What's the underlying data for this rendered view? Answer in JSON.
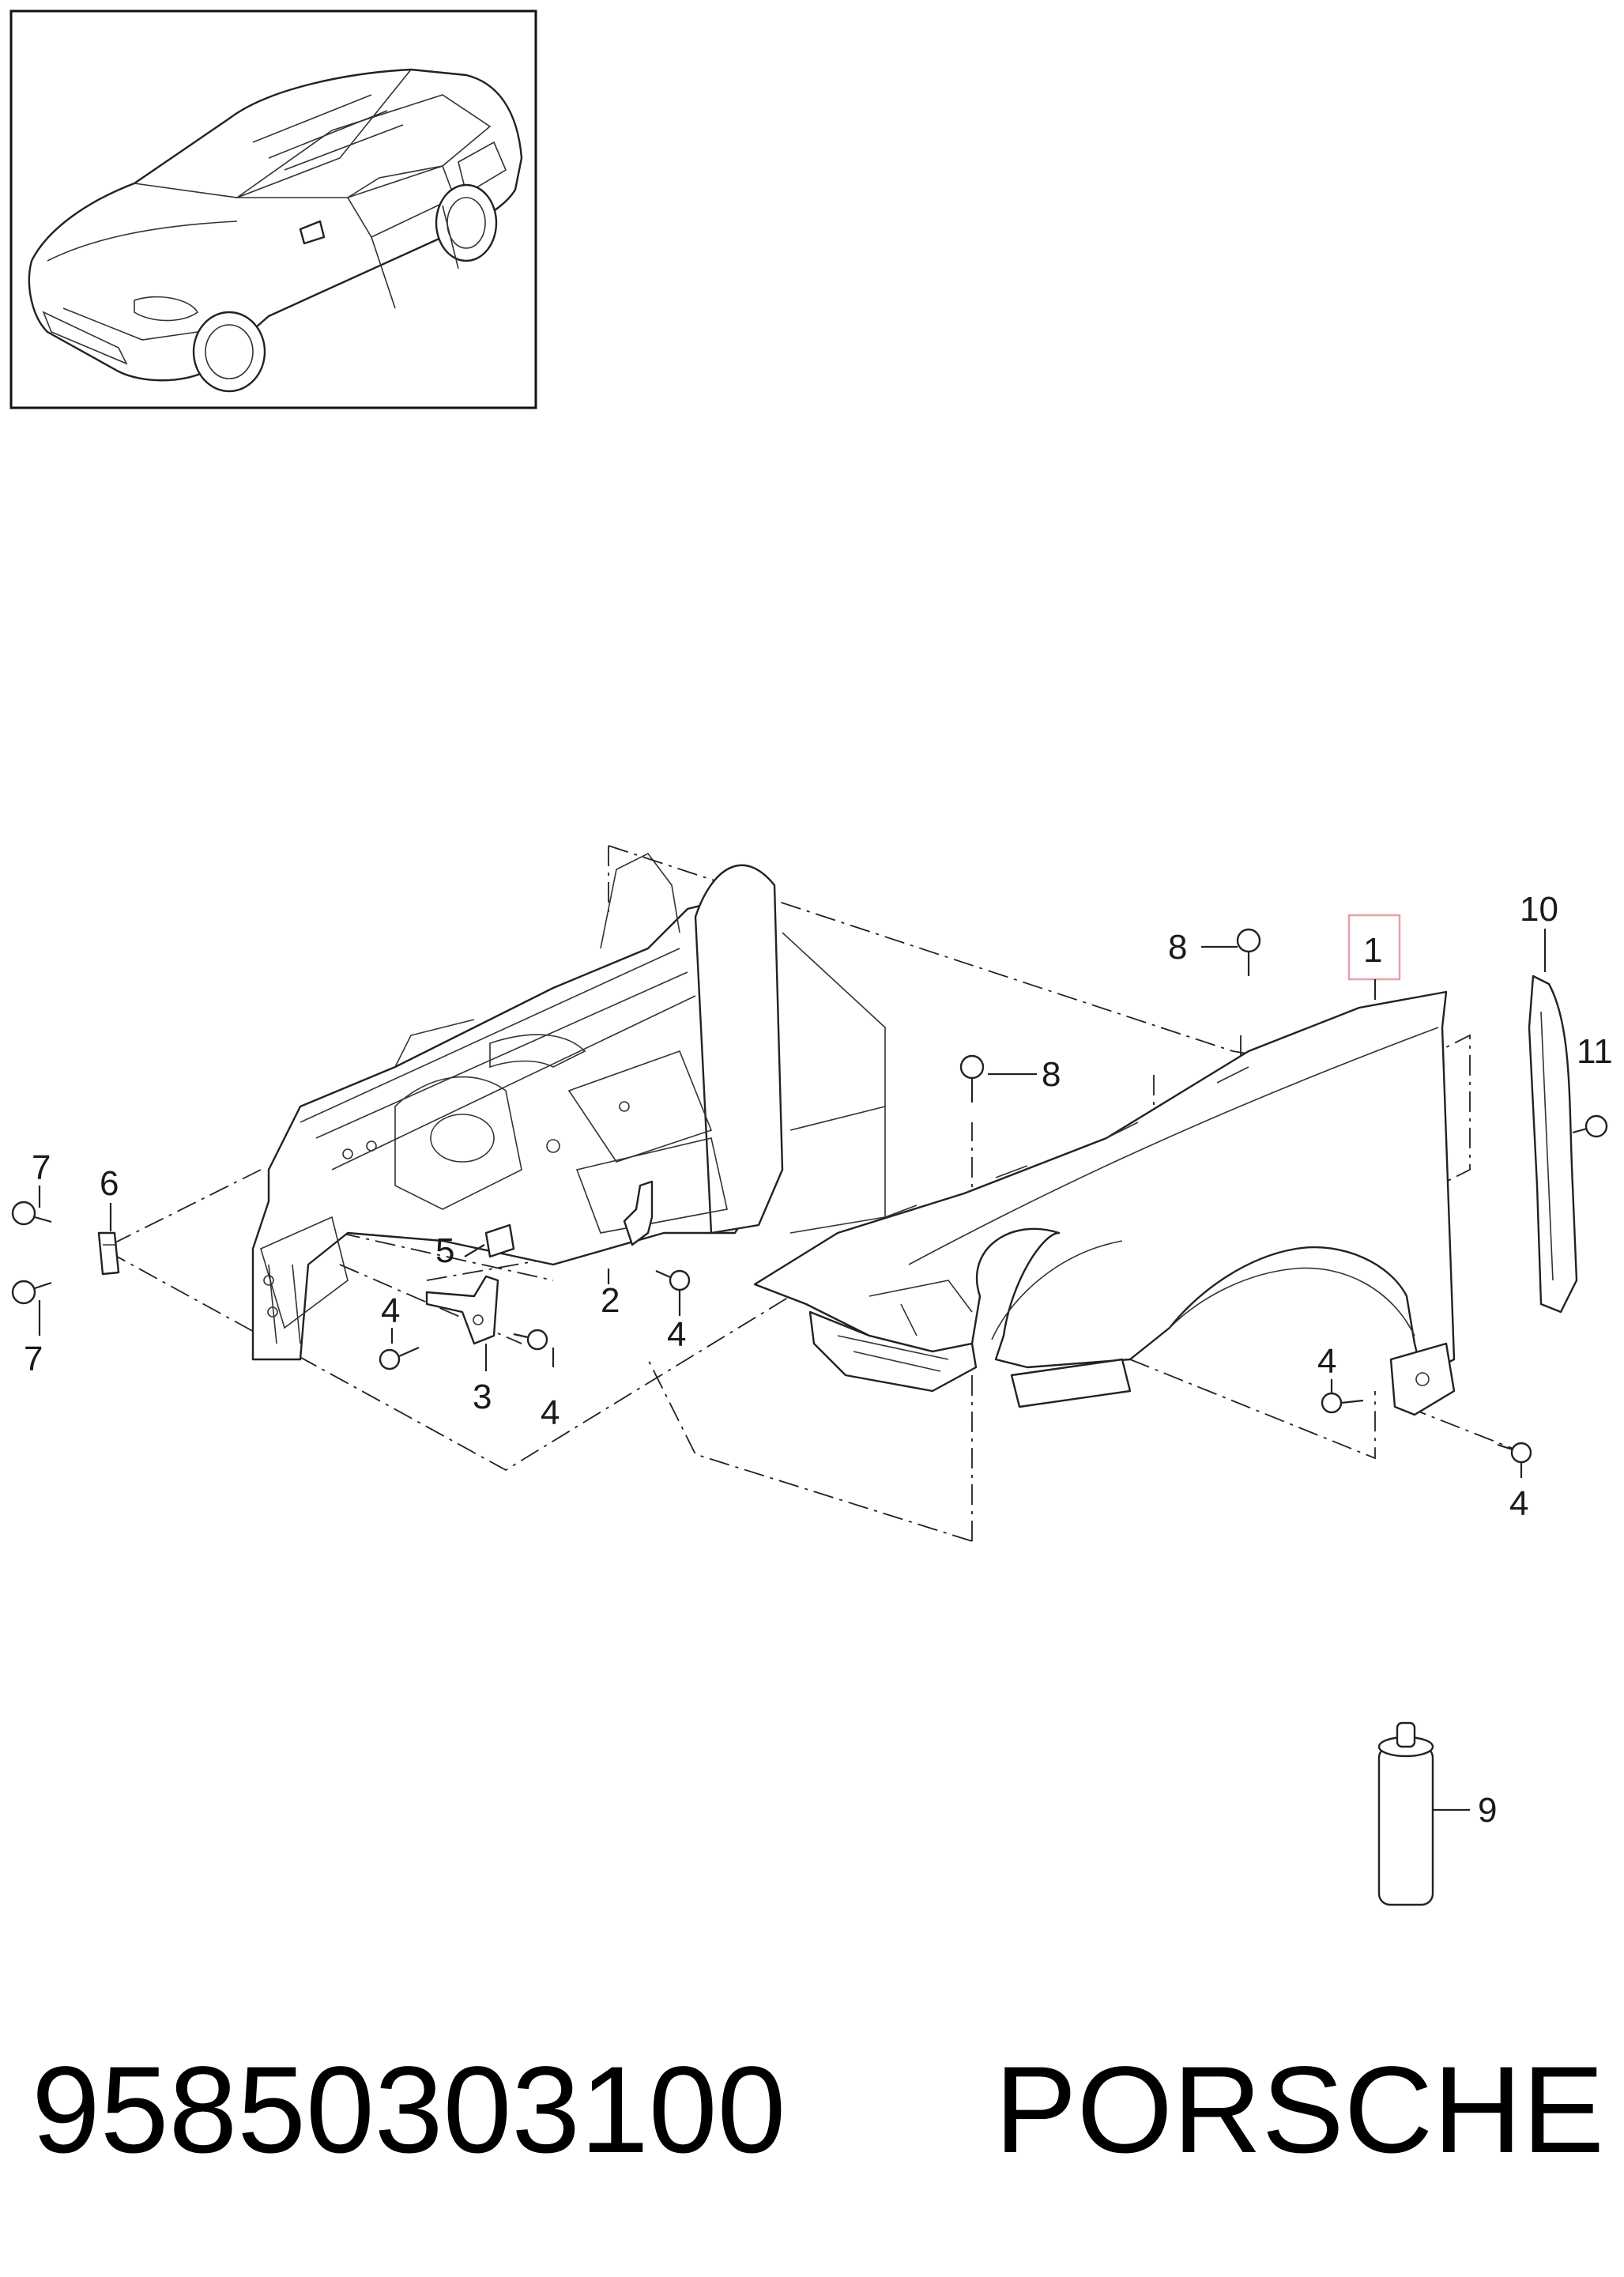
{
  "callouts": {
    "c1": "1",
    "c2": "2",
    "c3": "3",
    "c4a": "4",
    "c4b": "4",
    "c4c": "4",
    "c4d": "4",
    "c4e": "4",
    "c5": "5",
    "c6": "6",
    "c7a": "7",
    "c7b": "7",
    "c8a": "8",
    "c8b": "8",
    "c9": "9",
    "c10": "10",
    "c11": "11"
  },
  "highlight_color": "#e8a0a8",
  "footer": {
    "part_number": "95850303100",
    "brand": "PORSCHE"
  }
}
